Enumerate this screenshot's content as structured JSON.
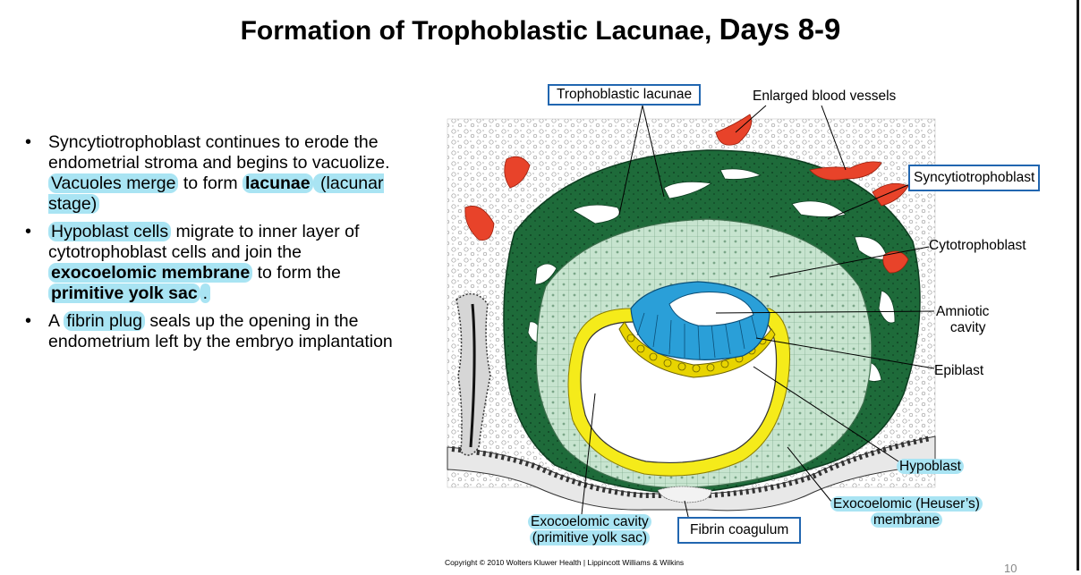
{
  "title": {
    "main": "Formation of Trophoblastic Lacunae,",
    "days": "Days 8-9"
  },
  "bullets": [
    {
      "parts": [
        {
          "t": "Syncytiotrophoblast continues to erode the endometrial stroma and begins to vacuolize. ",
          "s": ""
        },
        {
          "t": "Vacuoles merge",
          "s": "hl"
        },
        {
          "t": " to form ",
          "s": ""
        },
        {
          "t": "lacunae",
          "s": "hlb"
        },
        {
          "t": " (lacunar stage)",
          "s": "hl"
        }
      ]
    },
    {
      "parts": [
        {
          "t": "Hypoblast cells",
          "s": "hl"
        },
        {
          "t": " migrate to inner layer of cytotrophoblast cells and join the ",
          "s": ""
        },
        {
          "t": "exocoelomic membrane",
          "s": "hlb"
        },
        {
          "t": " to form the ",
          "s": ""
        },
        {
          "t": "primitive yolk sac",
          "s": "hlb"
        },
        {
          "t": ".",
          "s": "hl"
        }
      ]
    },
    {
      "parts": [
        {
          "t": "A ",
          "s": ""
        },
        {
          "t": "fibrin plug",
          "s": "hl"
        },
        {
          "t": " seals up the opening in the endometrium left by the embryo implantation",
          "s": ""
        }
      ]
    }
  ],
  "labels": {
    "lacunae": "Trophoblastic lacunae",
    "vessels": "Enlarged blood vessels",
    "syncytio": "Syncytiotrophoblast",
    "cyto": "Cytotrophoblast",
    "amniotic_1": "Amniotic",
    "amniotic_2": "cavity",
    "epiblast": "Epiblast",
    "hypoblast": "Hypoblast",
    "heuser_1": "Exocoelomic (Heuser’s)",
    "heuser_2": "membrane",
    "exo_cavity_1": "Exocoelomic cavity",
    "exo_cavity_2": "(primitive yolk sac)",
    "fibrin": "Fibrin coagulum"
  },
  "copyright": "Copyright © 2010 Wolters Kluwer Health | Lippincott Williams & Wilkins",
  "page_number": "10",
  "colors": {
    "syncytio": "#1e6b3a",
    "cyto": "#b9dcc4",
    "epiblast": "#2a9fd8",
    "hypoblast": "#e8d400",
    "yolk_membrane": "#f5eb1a",
    "vessels": "#e8432a",
    "highlight": "#a9e4f3",
    "box_border": "#2166b0"
  }
}
